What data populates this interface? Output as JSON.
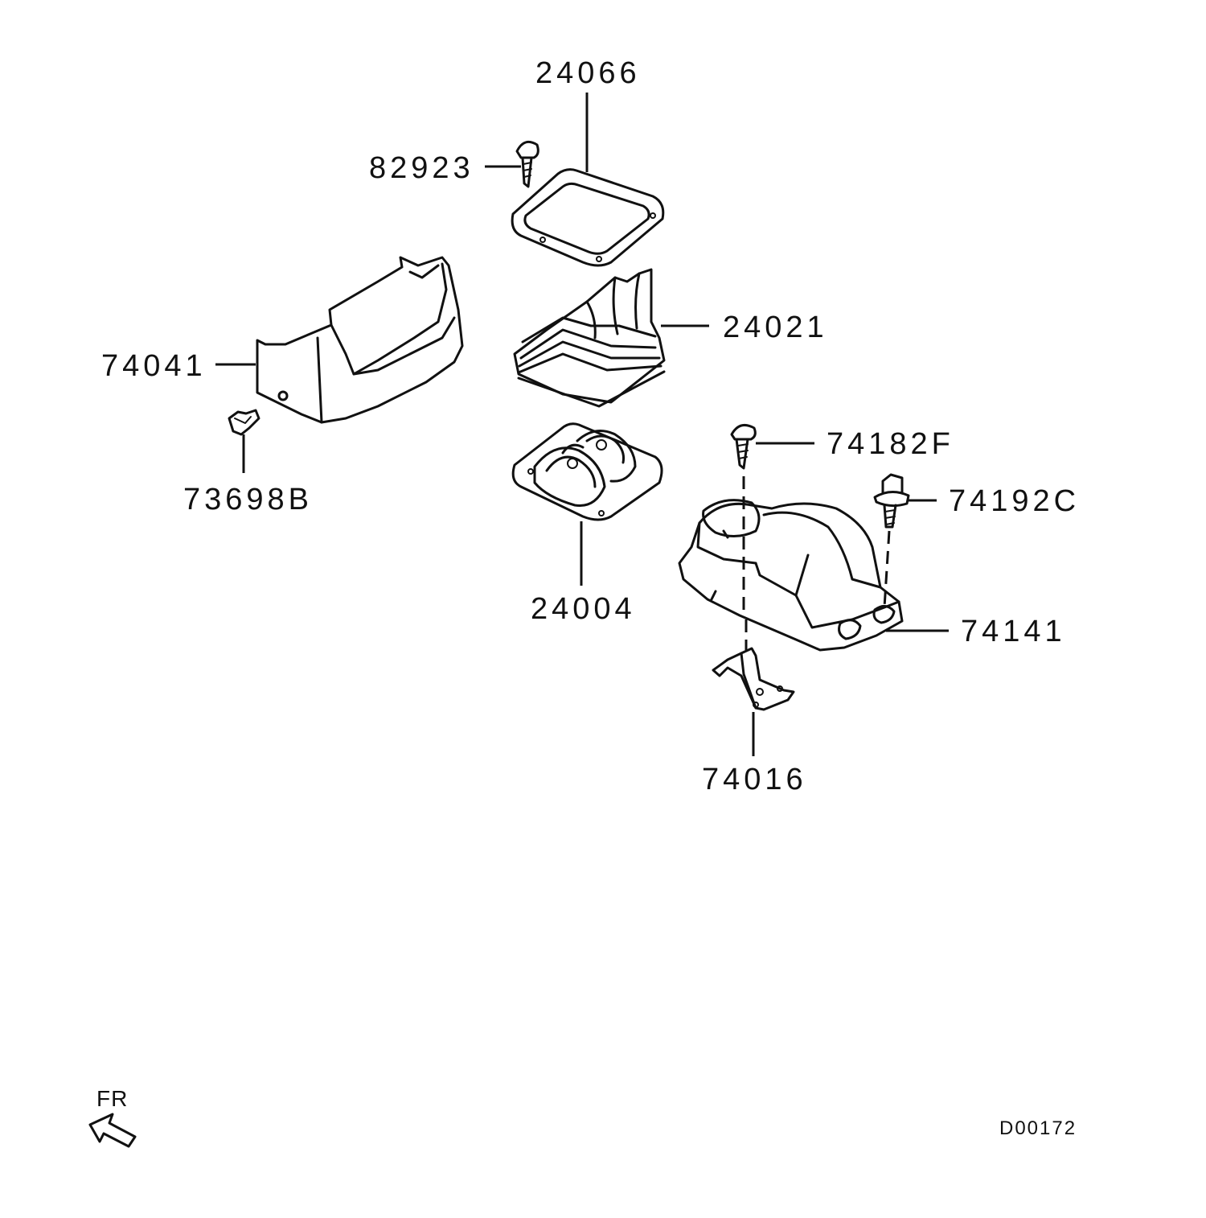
{
  "diagram": {
    "parts": [
      {
        "id": "p24066",
        "number": "24066"
      },
      {
        "id": "p82923",
        "number": "82923"
      },
      {
        "id": "p74041",
        "number": "74041"
      },
      {
        "id": "p24021",
        "number": "24021"
      },
      {
        "id": "p73698B",
        "number": "73698B"
      },
      {
        "id": "p74182F",
        "number": "74182F"
      },
      {
        "id": "p24004",
        "number": "24004"
      },
      {
        "id": "p74192C",
        "number": "74192C"
      },
      {
        "id": "p74141",
        "number": "74141"
      },
      {
        "id": "p74016",
        "number": "74016"
      }
    ],
    "direction_label": "FR",
    "drawing_code": "D00172"
  }
}
